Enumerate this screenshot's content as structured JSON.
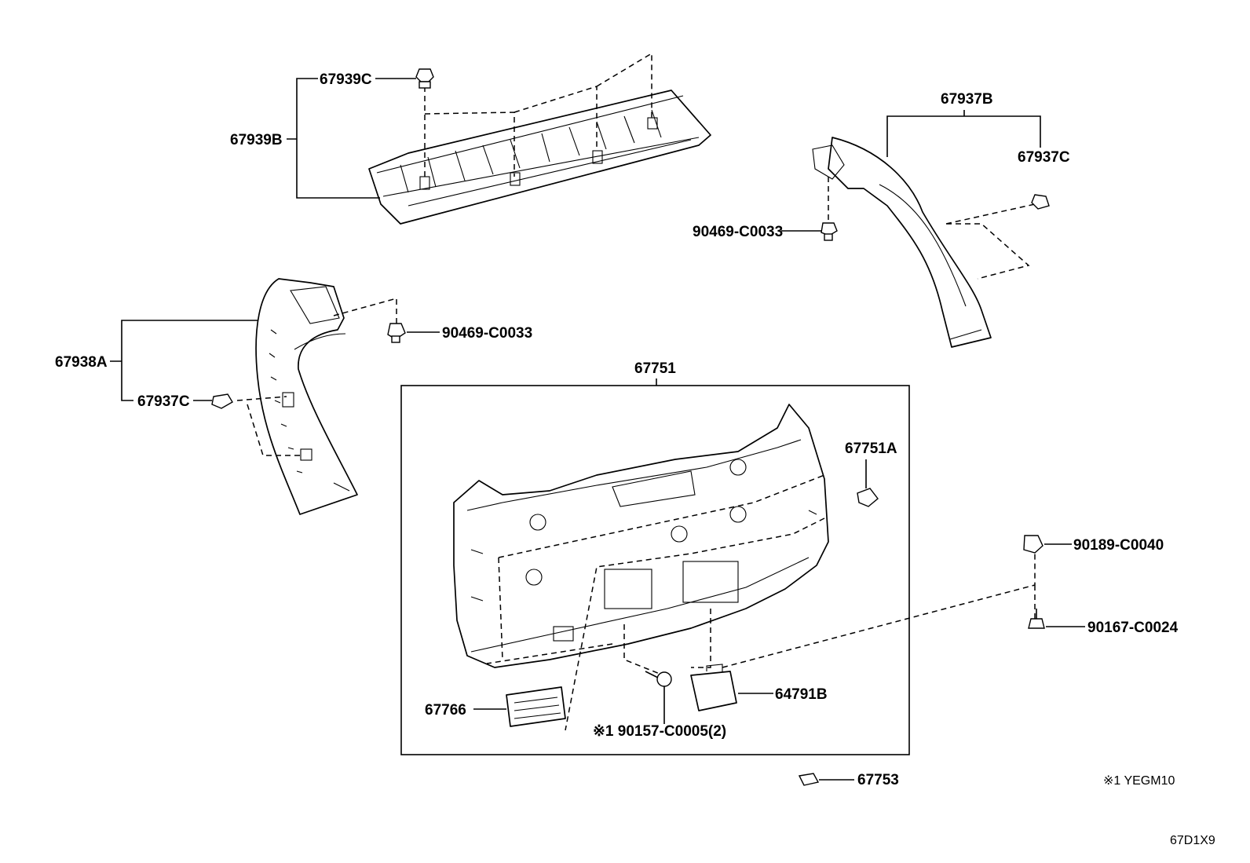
{
  "labels": {
    "p67939C": "67939C",
    "p67939B": "67939B",
    "p67937B": "67937B",
    "p67937C_right": "67937C",
    "p90469_right": "90469-C0033",
    "p90469_left": "90469-C0033",
    "p67938A": "67938A",
    "p67937C_left": "67937C",
    "p67751": "67751",
    "p67751A": "67751A",
    "p90189": "90189-C0040",
    "p90167": "90167-C0024",
    "p64791B": "64791B",
    "p67766": "67766",
    "p90157": "※1 90157-C0005(2)",
    "p67753": "67753"
  },
  "footnote": "※1 YEGM10",
  "diagram_code": "67D1X9"
}
